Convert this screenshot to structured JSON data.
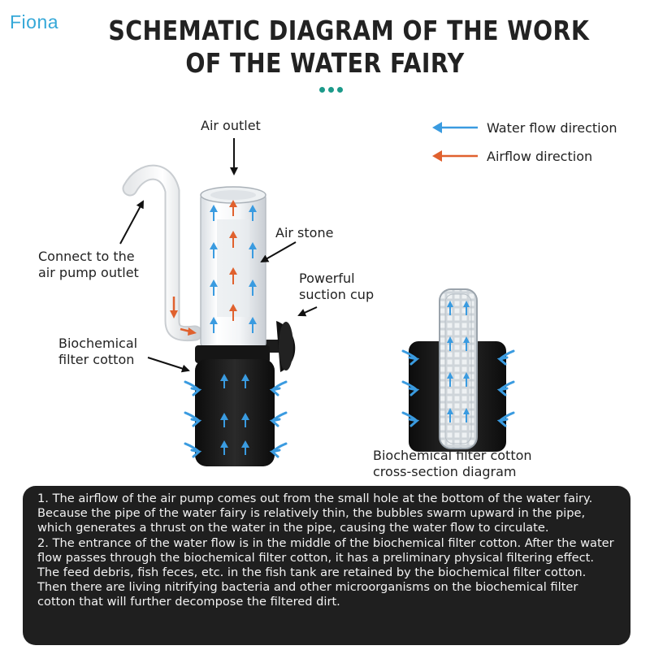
{
  "brand": "Fiona",
  "title": {
    "line1": "SCHEMATIC DIAGRAM OF THE WORK",
    "line2": "OF THE WATER FAIRY"
  },
  "legend": {
    "water": {
      "label": "Water flow direction",
      "color": "#3a9be0"
    },
    "air": {
      "label": "Airflow direction",
      "color": "#e0612e"
    }
  },
  "labels": {
    "air_outlet": "Air outlet",
    "air_stone": "Air stone",
    "connect_line1": "Connect to the",
    "connect_line2": "air pump outlet",
    "suction_line1": "Powerful",
    "suction_line2": "suction cup",
    "bio_line1": "Biochemical",
    "bio_line2": "filter cotton",
    "cross_line1": "Biochemical filter cotton",
    "cross_line2": "cross-section diagram"
  },
  "description": {
    "para1": "1. The airflow of the air pump comes out from the small hole at the bottom of the water fairy. Because the pipe of the water fairy is relatively thin, the bubbles swarm upward in the pipe, which generates a thrust on the water in the pipe, causing the water flow to circulate.",
    "para2": "2. The entrance of the water flow is in the middle of the biochemical filter cotton. After the water flow passes through the biochemical filter cotton, it has a preliminary physical filtering effect. The feed debris, fish feces, etc. in the fish tank are retained by the biochemical filter cotton. Then there are living nitrifying bacteria and other microorganisms on the biochemical filter cotton that will further decompose the filtered dirt."
  }
}
